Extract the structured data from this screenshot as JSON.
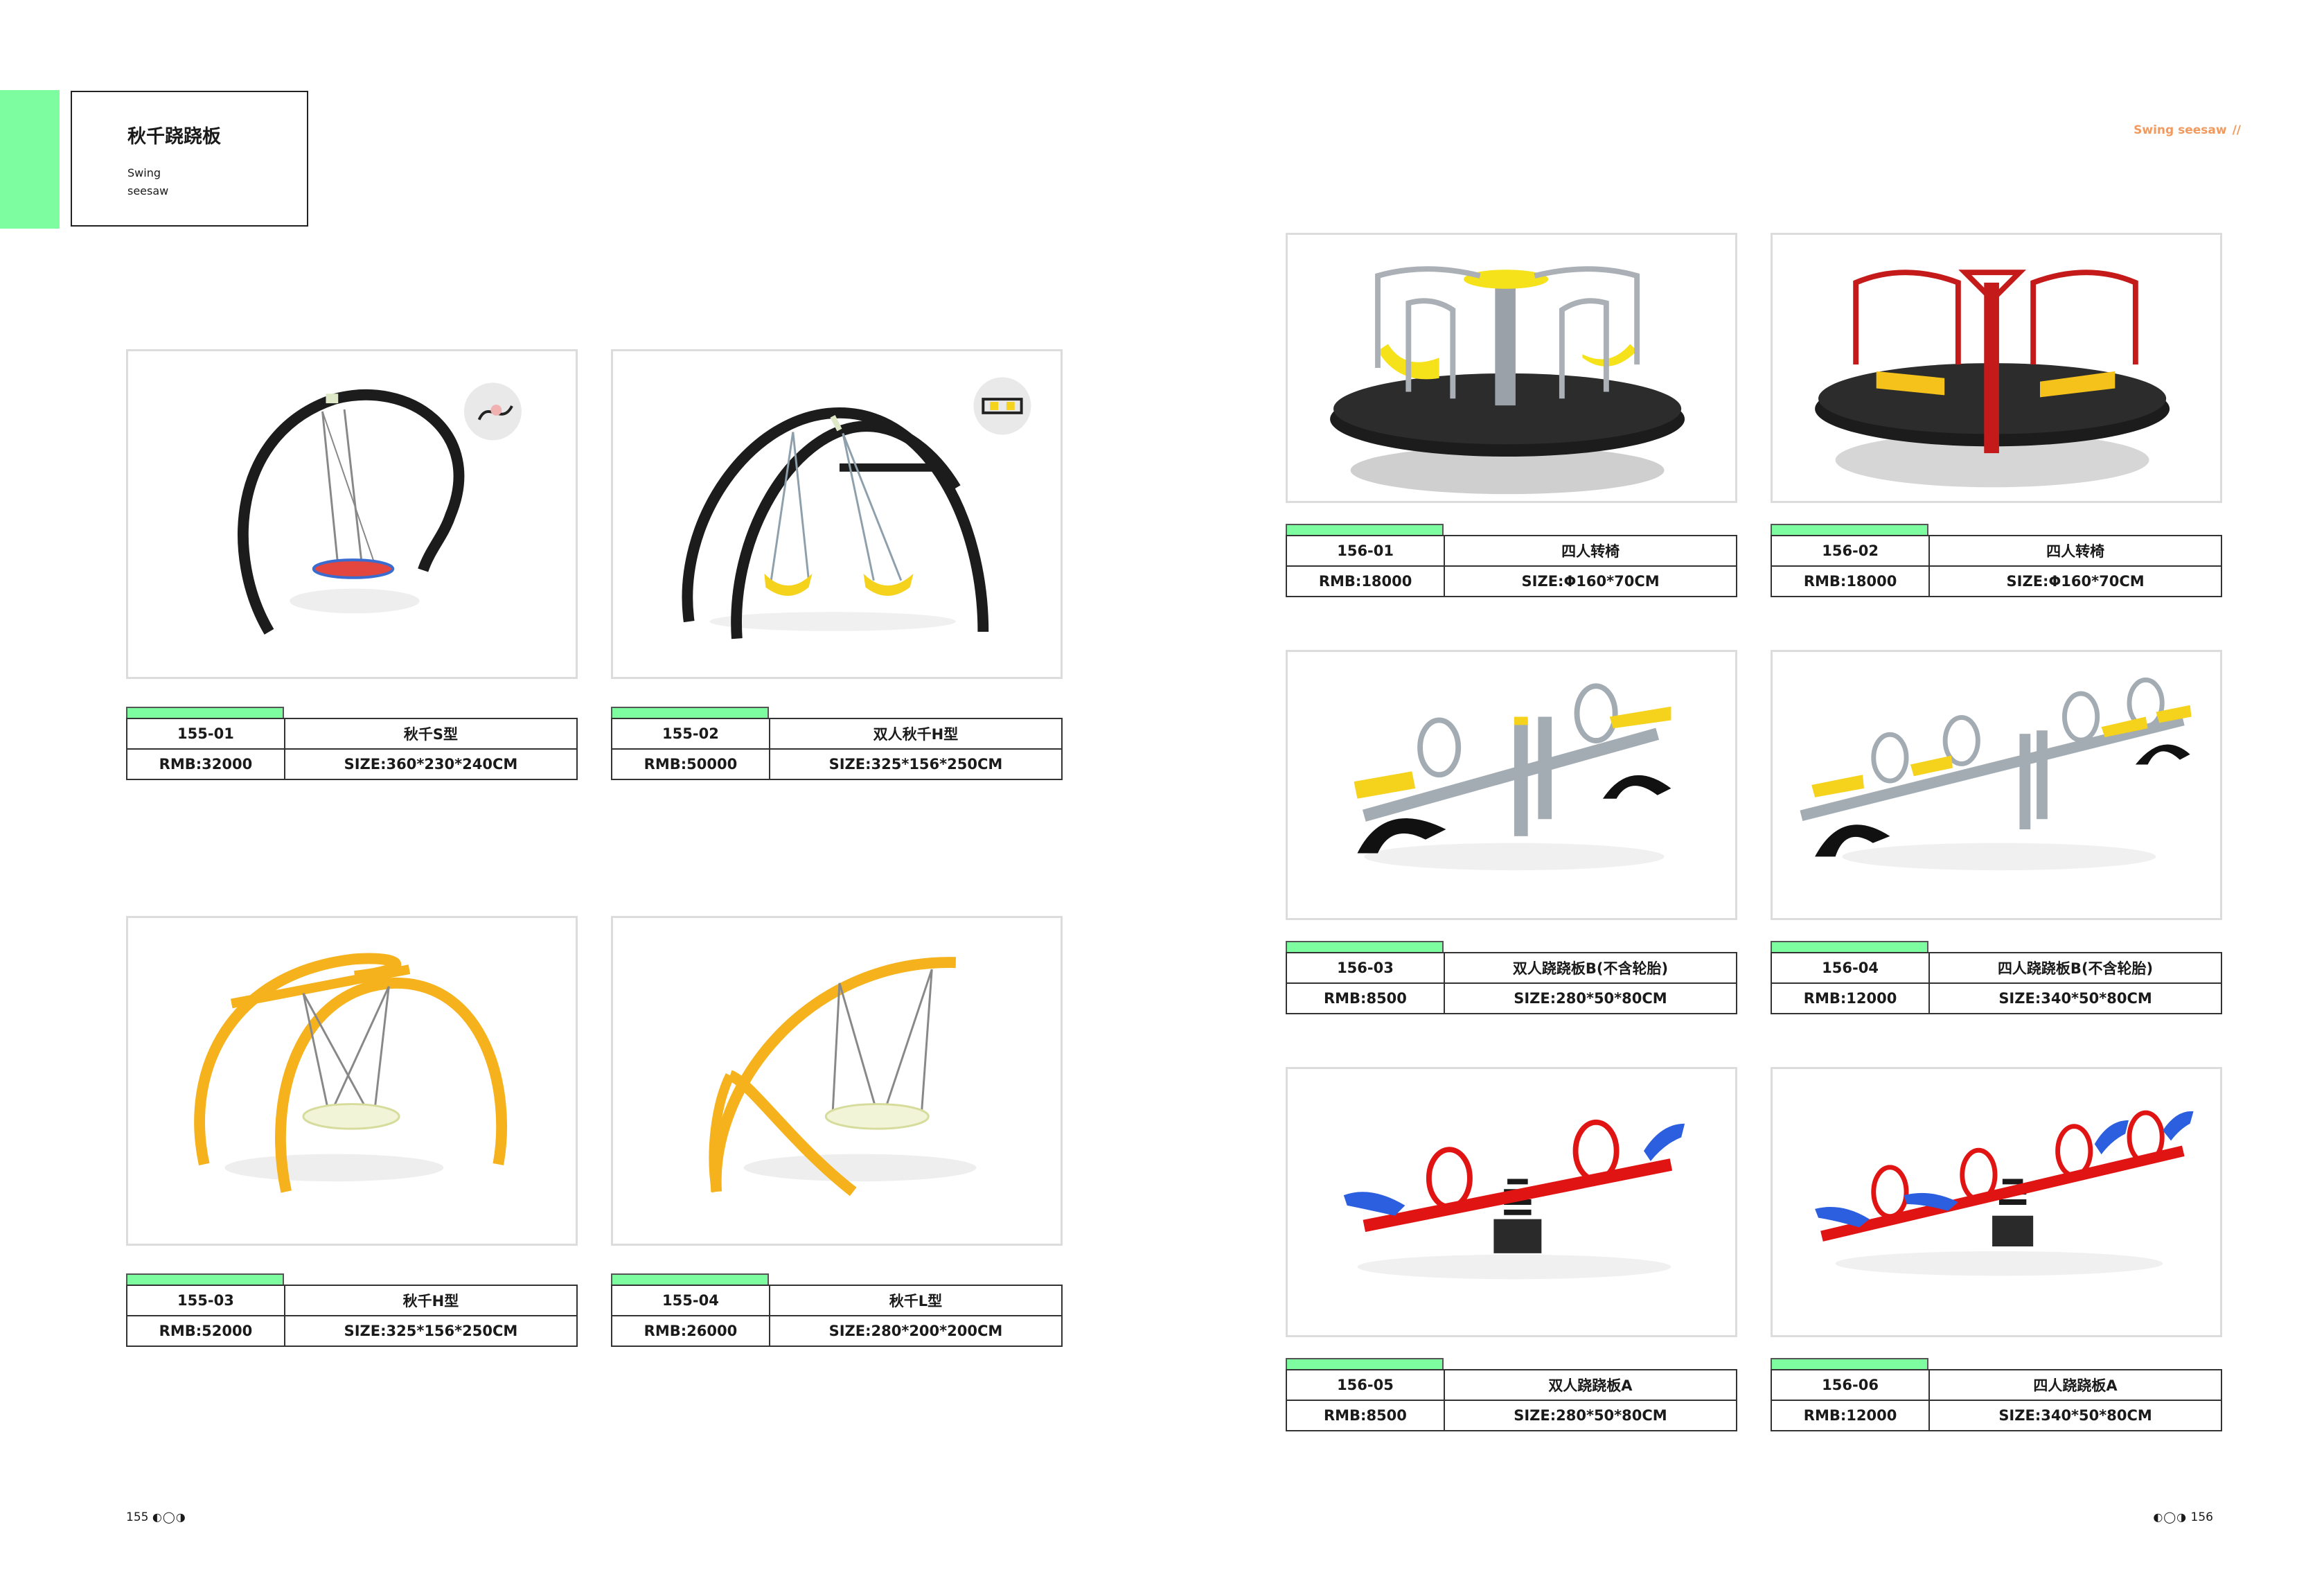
{
  "header": {
    "title_zh": "秋千跷跷板",
    "title_en": "Swing\nseesaw",
    "running_head": "Swing seesaw",
    "running_head_bars": "//"
  },
  "footer": {
    "left_page": "155",
    "left_mark": "◐◯◑",
    "right_page": "156",
    "right_mark": "◐◯◑"
  },
  "colors": {
    "accent_green": "#7dfca0",
    "running_head": "#f29a5e",
    "frame": "#dcdcdc"
  },
  "products": [
    {
      "code": "155-01",
      "name": "秋千S型",
      "price": "RMB:32000",
      "size": "SIZE:360*230*240CM",
      "image": "s-frame-nest-swing"
    },
    {
      "code": "155-02",
      "name": "双人秋千H型",
      "price": "RMB:50000",
      "size": "SIZE:325*156*250CM",
      "image": "h-frame-double-swing"
    },
    {
      "code": "155-03",
      "name": "秋千H型",
      "price": "RMB:52000",
      "size": "SIZE:325*156*250CM",
      "image": "h-frame-nest-swing-yellow"
    },
    {
      "code": "155-04",
      "name": "秋千L型",
      "price": "RMB:26000",
      "size": "SIZE:280*200*200CM",
      "image": "l-frame-nest-swing-yellow"
    },
    {
      "code": "156-01",
      "name": "四人转椅",
      "price": "RMB:18000",
      "size": "SIZE:Φ160*70CM",
      "image": "merry-go-round-grey"
    },
    {
      "code": "156-02",
      "name": "四人转椅",
      "price": "RMB:18000",
      "size": "SIZE:Φ160*70CM",
      "image": "merry-go-round-red"
    },
    {
      "code": "156-03",
      "name": "双人跷跷板B(不含轮胎)",
      "price": "RMB:8500",
      "size": "SIZE:280*50*80CM",
      "image": "seesaw-two-seat-grey"
    },
    {
      "code": "156-04",
      "name": "四人跷跷板B(不含轮胎)",
      "price": "RMB:12000",
      "size": "SIZE:340*50*80CM",
      "image": "seesaw-four-seat-grey"
    },
    {
      "code": "156-05",
      "name": "双人跷跷板A",
      "price": "RMB:8500",
      "size": "SIZE:280*50*80CM",
      "image": "spring-seesaw-two-seat"
    },
    {
      "code": "156-06",
      "name": "四人跷跷板A",
      "price": "RMB:12000",
      "size": "SIZE:340*50*80CM",
      "image": "spring-seesaw-four-seat"
    }
  ]
}
